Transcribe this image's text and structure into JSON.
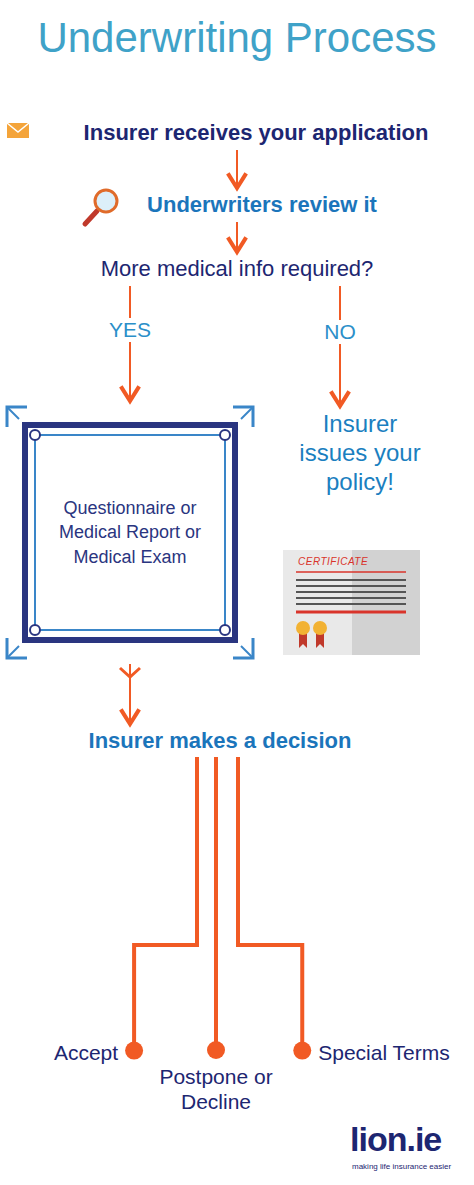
{
  "diagram": {
    "title": "Underwriting Process",
    "nodes": [
      {
        "text": [
          "Insurer receives your application"
        ]
      },
      {
        "text": [
          "Underwriters review it"
        ]
      },
      {
        "text": [
          "More medical info required?"
        ]
      },
      {
        "text": [
          "Questionnaire or Medical Report or Medical Exam"
        ]
      },
      {
        "text": [
          "Insurer issues your policy!"
        ]
      },
      {
        "text": [
          "Insurer makes a decision"
        ]
      },
      {
        "text": [
          "Accept"
        ]
      },
      {
        "text": [
          "Postpone or Decline"
        ]
      },
      {
        "text": [
          "Special Terms"
        ]
      }
    ],
    "edges": [
      {
        "from": 0,
        "to": 1,
        "arrow": "to"
      },
      {
        "from": 1,
        "to": 2,
        "arrow": "to"
      },
      {
        "from": 2,
        "to": 3,
        "label": "YES",
        "arrow": "to"
      },
      {
        "from": 2,
        "to": 4,
        "label": "NO",
        "arrow": "to"
      },
      {
        "from": 3,
        "to": 5,
        "arrow": "to"
      },
      {
        "from": 5,
        "to": 6,
        "arrow": "none"
      },
      {
        "from": 5,
        "to": 7,
        "arrow": "none"
      },
      {
        "from": 5,
        "to": 8,
        "arrow": "none"
      }
    ],
    "labels": [
      "CERTIFICATE",
      "lion.ie",
      "making life insurance easier"
    ]
  }
}
